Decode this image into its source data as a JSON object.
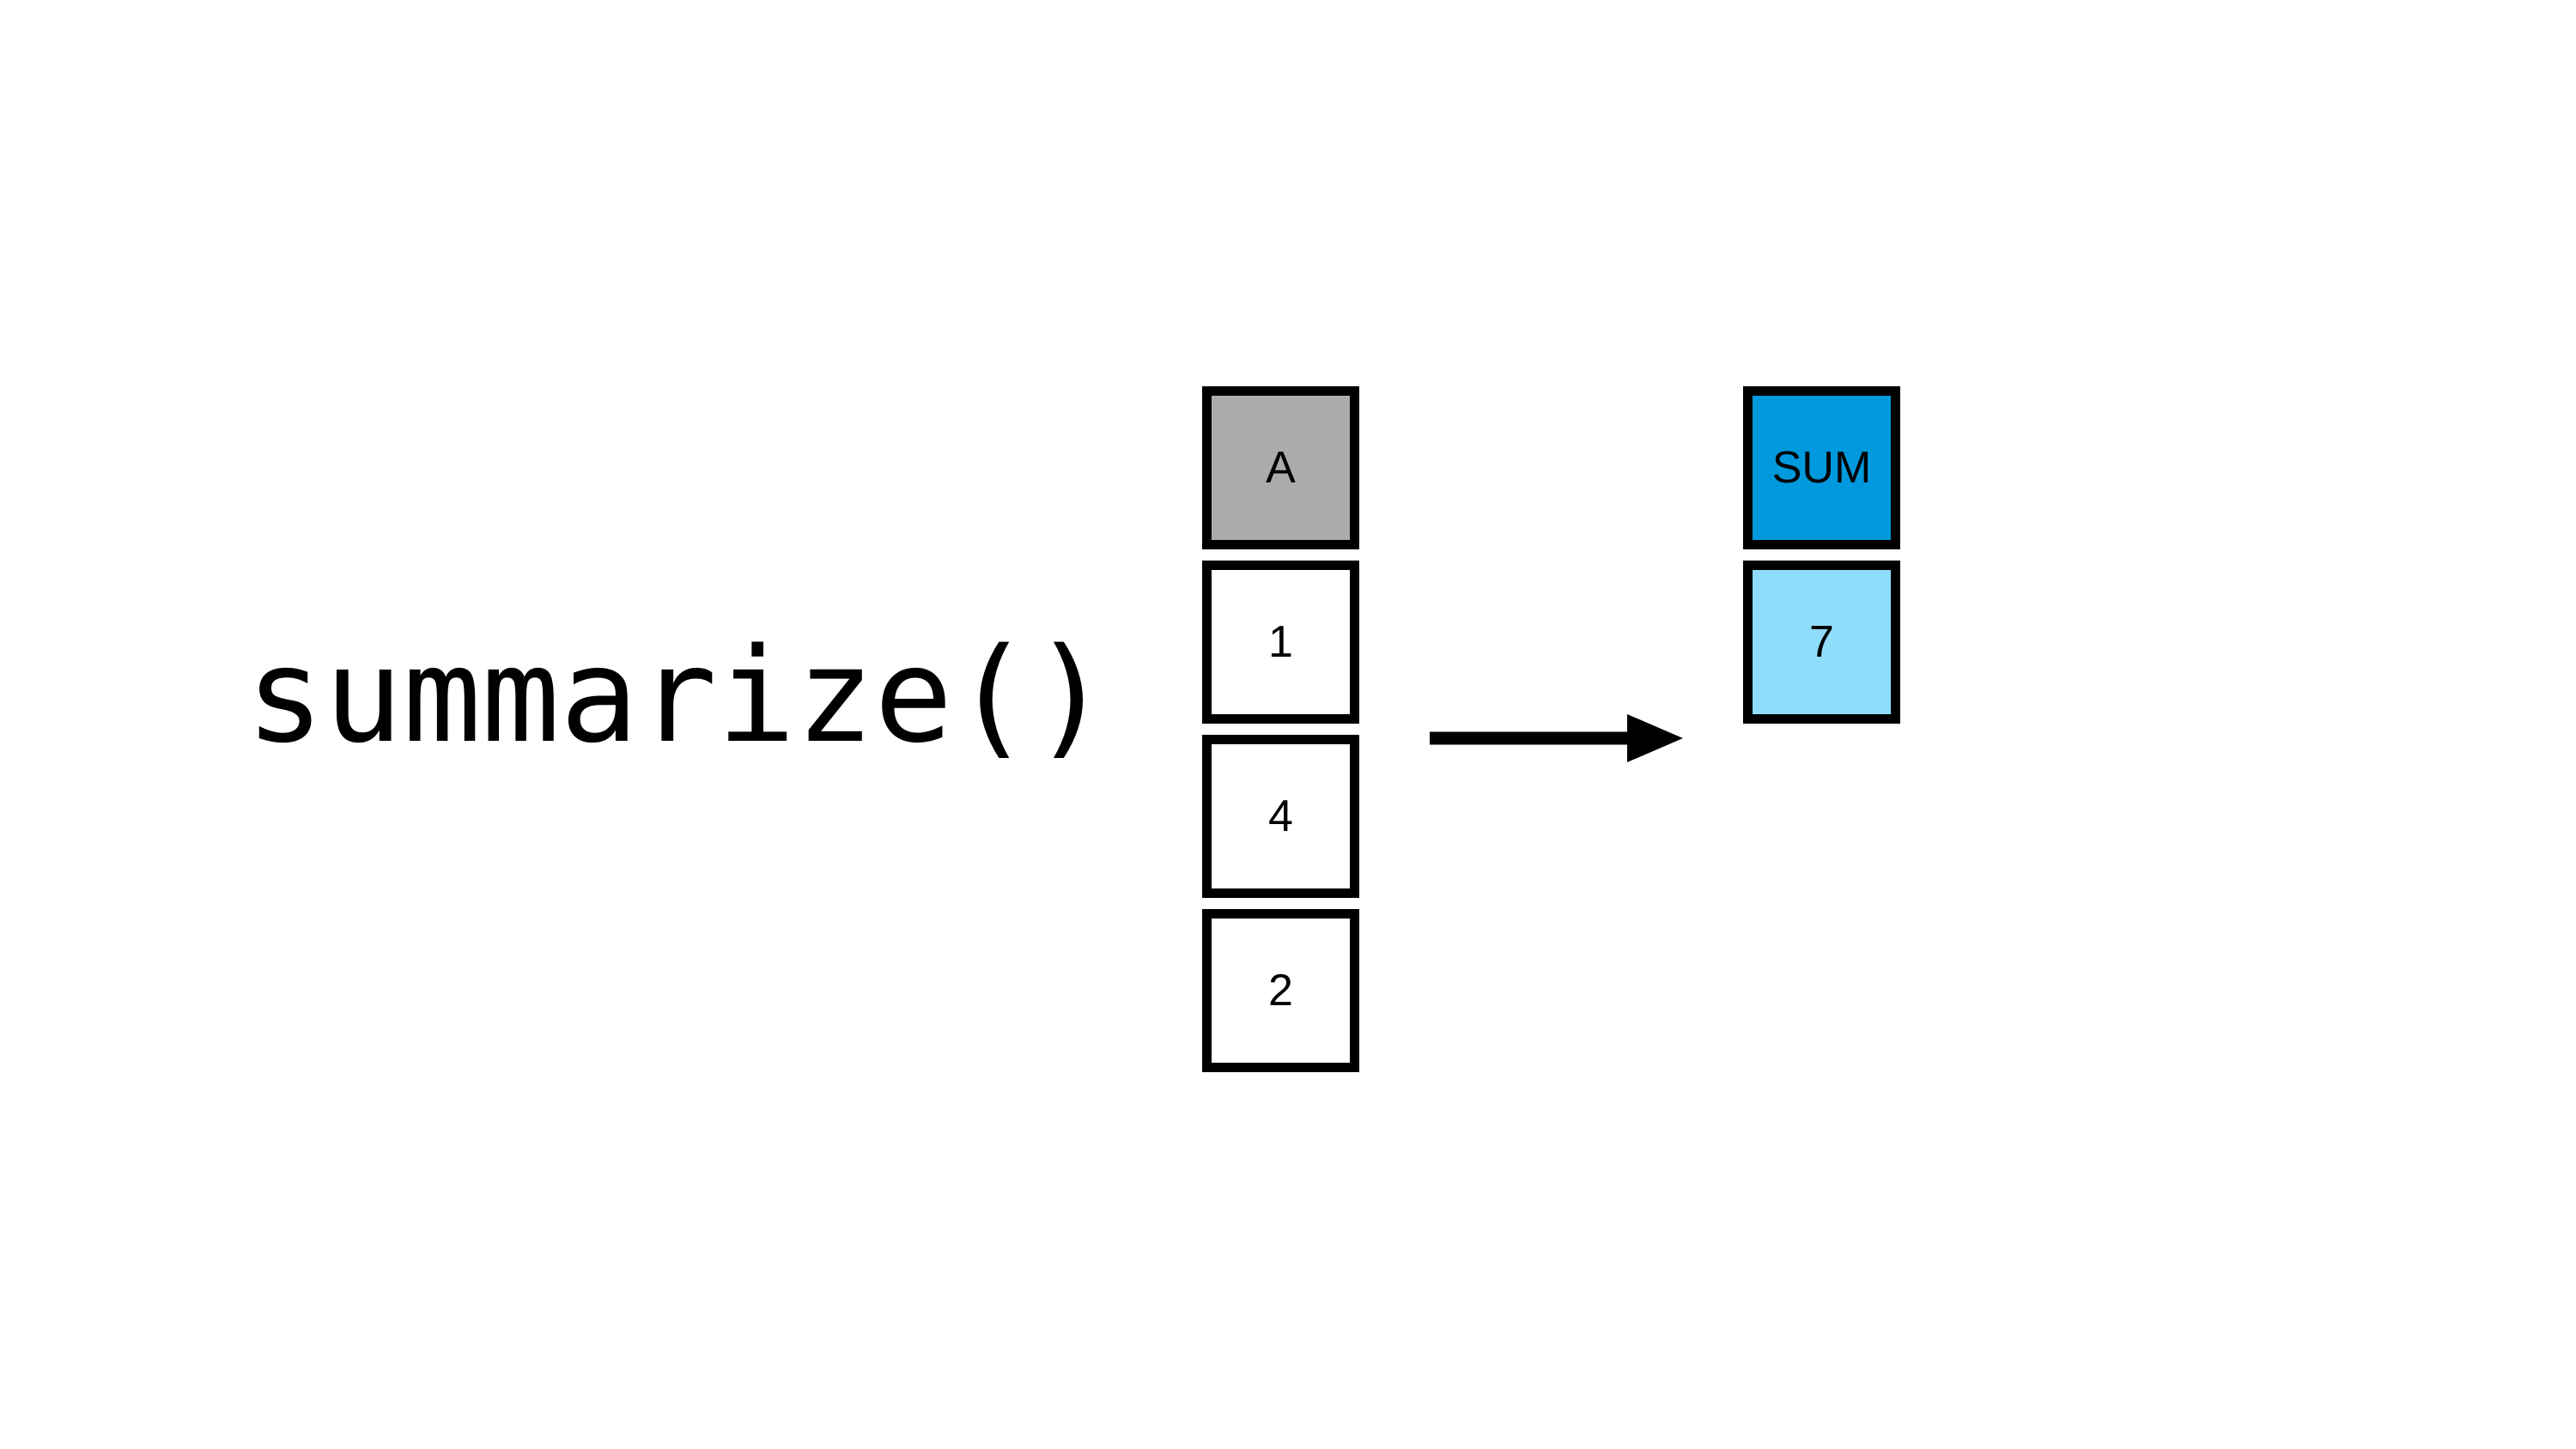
{
  "diagram": {
    "title": "summarize()",
    "function_label": "summarize()",
    "arrow": {
      "icon": "right-arrow-icon",
      "direction": "right",
      "color": "#000000"
    },
    "colors": {
      "header_gray": "#ababab",
      "header_blue": "#0099dd",
      "body_blue": "#8fdcfb",
      "body_white": "#ffffff",
      "border": "#000000",
      "background": "#ffffff"
    },
    "source_table": {
      "name": "source-column",
      "header": "A",
      "values": [
        "1",
        "4",
        "2"
      ]
    },
    "result_table": {
      "name": "result-column",
      "header": "SUM",
      "values": [
        "7"
      ]
    }
  },
  "chart_data": {
    "type": "table",
    "title": "summarize()",
    "annotations": [
      "summarize()"
    ],
    "series": [
      {
        "name": "A",
        "values": [
          1,
          4,
          2
        ]
      },
      {
        "name": "SUM",
        "values": [
          7
        ]
      }
    ],
    "categories": [
      "A",
      "SUM"
    ],
    "xlabel": "",
    "ylabel": ""
  }
}
